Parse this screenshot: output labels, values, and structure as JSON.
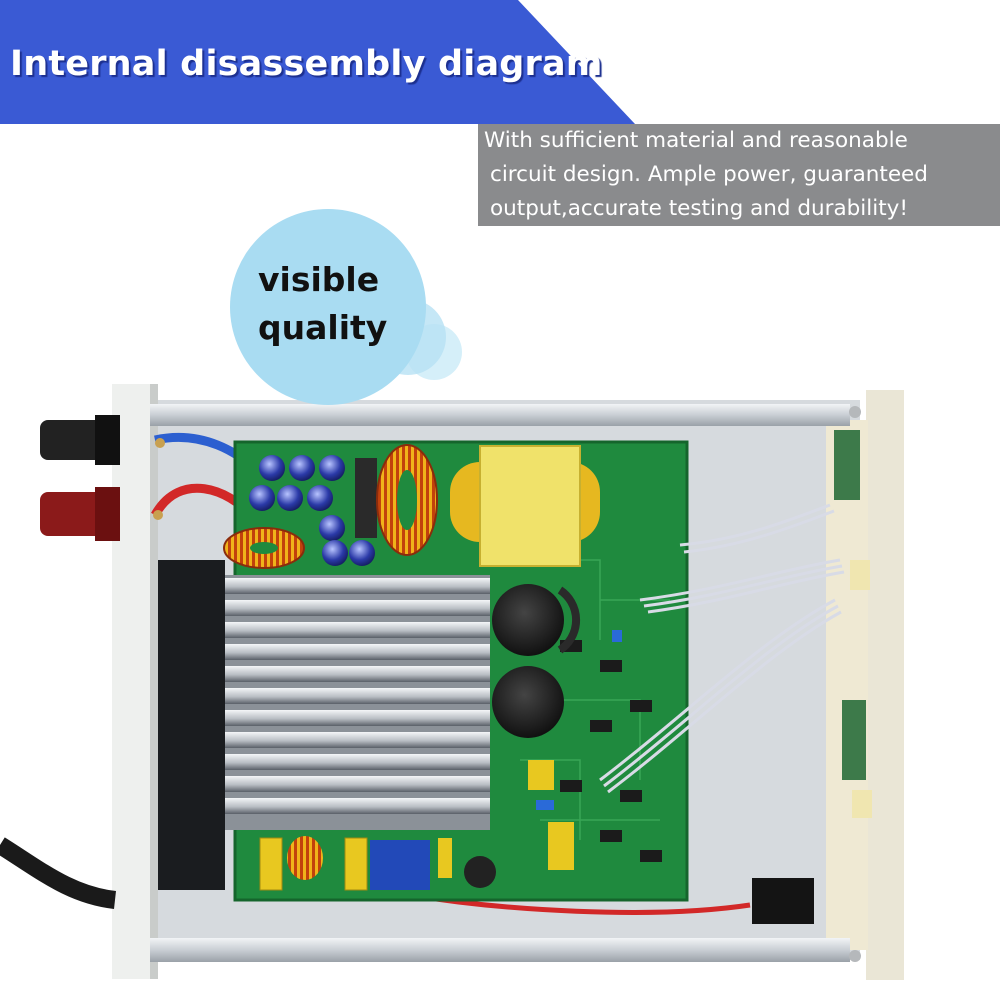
{
  "header": {
    "title": "Internal disassembly diagram",
    "band_color": "#3a5ad4"
  },
  "callout": {
    "lines": [
      "With sufficient material and reasonable",
      "circuit design. Ample power, guaranteed",
      "output,accurate testing and durability!"
    ],
    "box_color": "#8a8b8d"
  },
  "bubble": {
    "line1": "visible",
    "line2": "quality",
    "color": "#a9dcf2"
  },
  "photo": {
    "subject": "internal view of bench power supply"
  }
}
